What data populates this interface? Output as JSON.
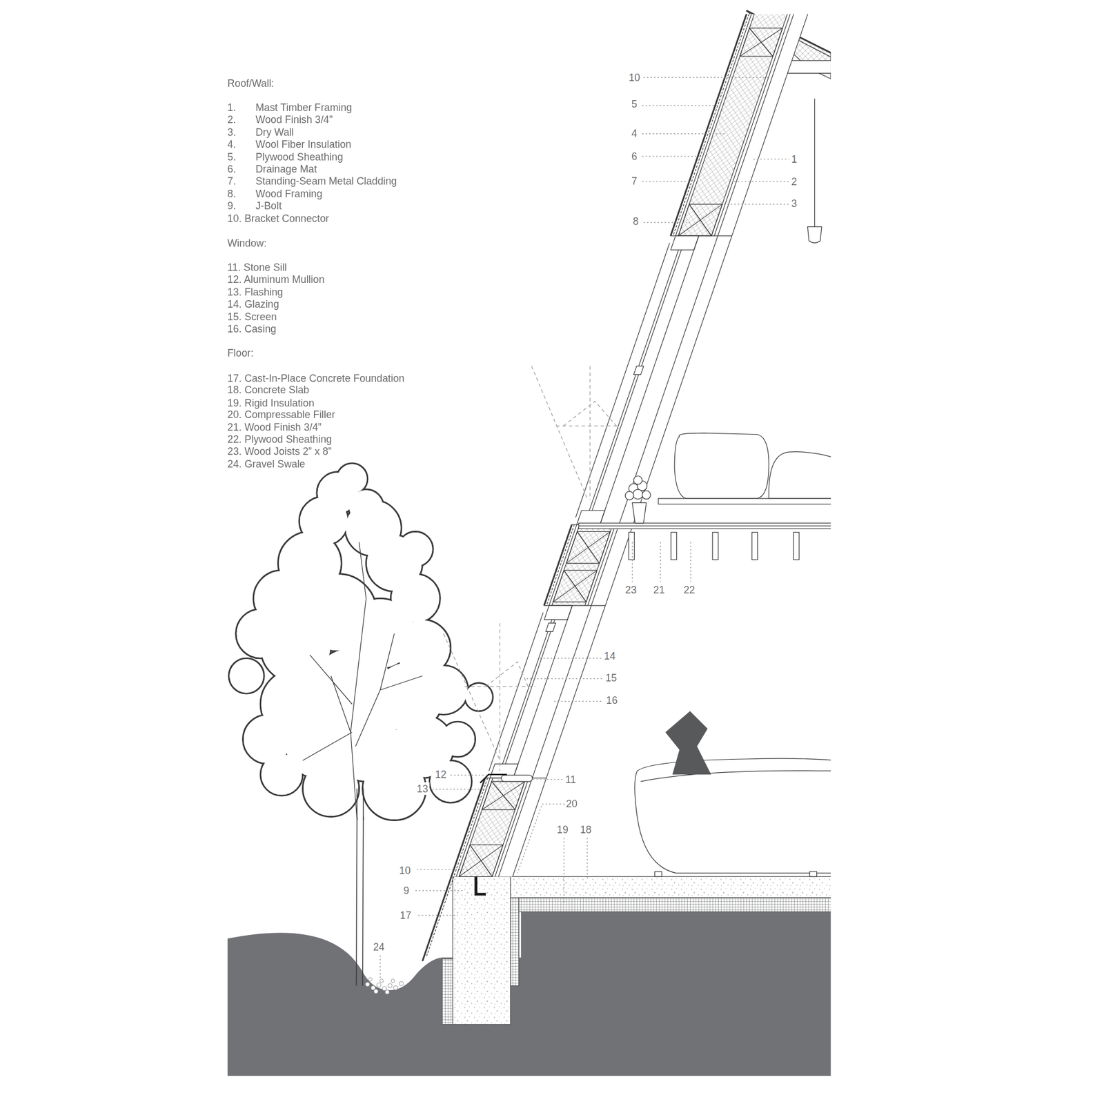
{
  "diagram": {
    "labels": [
      "Roof/Wall:",
      "1.",
      "Mast Timber Framing",
      "2.",
      "Wood Finish 3/4”",
      "3.",
      "Dry Wall",
      "4.",
      "Wool Fiber Insulation",
      "5.",
      "Plywood Sheathing",
      "6.",
      "Drainage Mat",
      "7.",
      "Standing-Seam Metal Cladding",
      "8.",
      "Wood Framing",
      "9.",
      "J-Bolt",
      "10. Bracket Connector",
      "Window:",
      "11. Stone Sill",
      "12. Aluminum Mullion",
      "13. Flashing",
      "14. Glazing",
      "15. Screen",
      "16. Casing",
      "Floor:",
      "17. Cast-In-Place Concrete Foundation",
      "18. Concrete Slab",
      "19. Rigid Insulation",
      "20. Compressable Filler",
      "21. Wood Finish 3/4”",
      "22. Plywood Sheathing",
      "23. Wood Joists 2” x 8”",
      "24. Gravel Swale",
      "10",
      "5",
      "4",
      "6",
      "7",
      "8",
      "1",
      "2",
      "3",
      "23",
      "21",
      "22",
      "14",
      "15",
      "16",
      "12",
      "13",
      "11",
      "20",
      "19",
      "18",
      "10",
      "9",
      "17",
      "24"
    ]
  }
}
